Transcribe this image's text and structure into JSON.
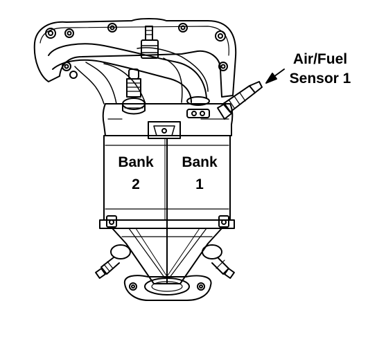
{
  "labels": {
    "sensor_line1": "Air/Fuel",
    "sensor_line2": "Sensor 1",
    "bank2_word": "Bank",
    "bank2_number": "2",
    "bank1_word": "Bank",
    "bank1_number": "1"
  },
  "colors": {
    "line": "#000000",
    "background": "#ffffff"
  }
}
